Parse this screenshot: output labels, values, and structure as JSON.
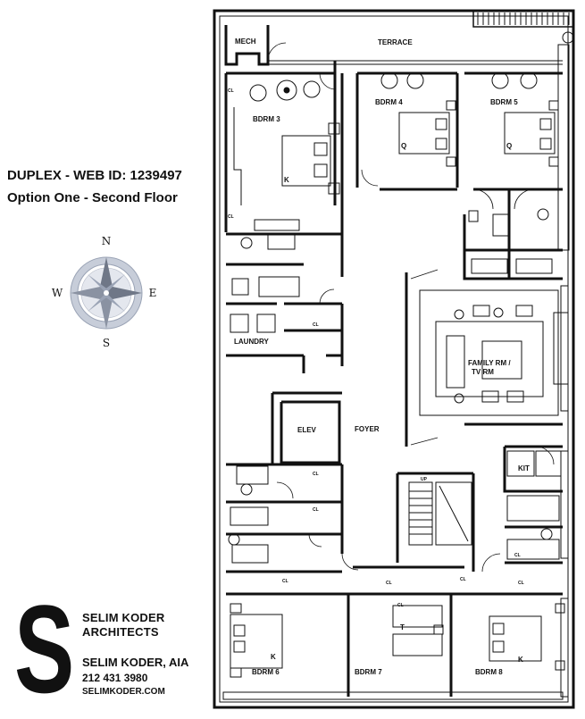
{
  "listing": {
    "title": "DUPLEX - WEB ID: 1239497",
    "subtitle": "Option One - Second Floor"
  },
  "compass": {
    "north": "N",
    "south": "S",
    "east": "E",
    "west": "W"
  },
  "rooms": {
    "mech": "MECH",
    "terrace": "TERRACE",
    "bdrm3": "BDRM 3",
    "bdrm4": "BDRM 4",
    "bdrm5": "BDRM 5",
    "laundry": "LAUNDRY",
    "family1": "FAMILY RM /",
    "family2": "TV RM",
    "elev": "ELEV",
    "foyer": "FOYER",
    "kit": "KIT",
    "bdrm6": "BDRM 6",
    "bdrm7": "BDRM 7",
    "bdrm8": "BDRM 8"
  },
  "marks": {
    "closet": "CL",
    "king": "K",
    "queen": "Q",
    "twin": "T",
    "up": "UP"
  },
  "firm": {
    "name_line1": "SELIM KODER",
    "name_line2": "ARCHITECTS",
    "architect": "SELIM KODER, AIA",
    "phone": "212 431 3980",
    "website": "SELIMKODER.COM",
    "logo_letter": "S"
  }
}
